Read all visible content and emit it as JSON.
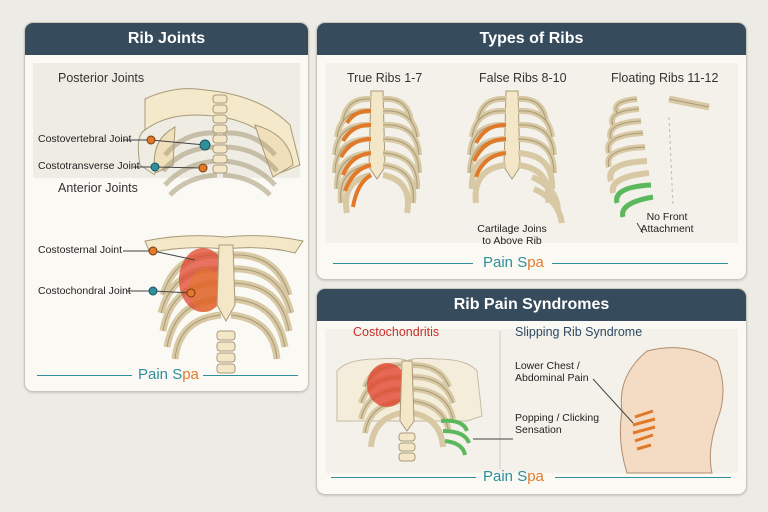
{
  "panels": {
    "rib_joints": {
      "title": "Rib Joints",
      "posterior_heading": "Posterior Joints",
      "anterior_heading": "Anterior Joints",
      "labels": {
        "costovertebral": "Costovertebral Joint",
        "costotransverse": "Costotransverse Joint",
        "costosternal": "Costosternal Joint",
        "costochondral": "Costochondral Joint"
      },
      "brand": {
        "part1": "Pain S",
        "part2": "pa"
      }
    },
    "types_of_ribs": {
      "title": "Types of Ribs",
      "true_ribs": "True Ribs 1-7",
      "false_ribs": "False Ribs 8-10",
      "floating_ribs": "Floating Ribs 11-12",
      "cartilage_note_1": "Cartilage Joins",
      "cartilage_note_2": "to Above Rib",
      "no_front_1": "No Front",
      "no_front_2": "Attachment",
      "brand": {
        "part1": "Pain S",
        "part2": "pa"
      }
    },
    "rib_pain": {
      "title": "Rib Pain Syndromes",
      "costochondritis": "Costochondritis",
      "slipping_rib": "Slipping Rib Syndrome",
      "lower_chest_1": "Lower Chest /",
      "lower_chest_2": "Abdominal Pain",
      "popping_1": "Popping / Clicking",
      "popping_2": "Sensation",
      "brand": {
        "part1": "Pain S",
        "part2": "pa"
      }
    }
  },
  "colors": {
    "header": "#364b5c",
    "accent_teal": "#2f8f9b",
    "accent_orange": "#e07a2a",
    "pain_red": "#e0442e",
    "green": "#5cb85c",
    "bone": "#f3e7c8",
    "bone_outline": "#a89a78"
  }
}
